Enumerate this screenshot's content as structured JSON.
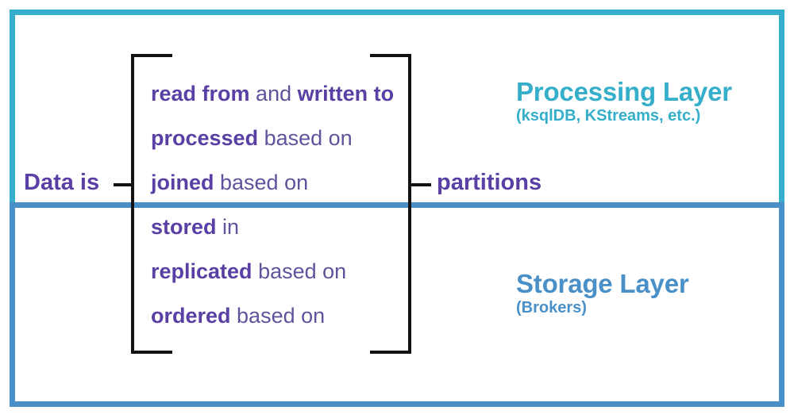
{
  "diagram": {
    "left_label": "Data is",
    "right_label": "partitions",
    "phrases": [
      {
        "strong": "read from",
        "plain": " and ",
        "strong2": "written to",
        "plain2": ""
      },
      {
        "strong": "processed",
        "plain": " based on",
        "strong2": "",
        "plain2": ""
      },
      {
        "strong": "joined",
        "plain": " based on",
        "strong2": "",
        "plain2": ""
      },
      {
        "strong": "stored",
        "plain": " in",
        "strong2": "",
        "plain2": ""
      },
      {
        "strong": "replicated",
        "plain": " based on",
        "strong2": "",
        "plain2": ""
      },
      {
        "strong": "ordered",
        "plain": " based on",
        "strong2": "",
        "plain2": ""
      }
    ],
    "layers": [
      {
        "name": "processing",
        "title": "Processing Layer",
        "subtitle": "(ksqlDB, KStreams, etc.)",
        "color": "#35aeca"
      },
      {
        "name": "storage",
        "title": "Storage Layer",
        "subtitle": "(Brokers)",
        "color": "#4a90c8"
      }
    ],
    "colors": {
      "purple_text": "#5a3fa4",
      "purple_plain": "#5f539c",
      "processing_border": "#35aeca",
      "storage_border": "#4a90c8",
      "bracket": "#121212",
      "background": "#ffffff"
    }
  }
}
